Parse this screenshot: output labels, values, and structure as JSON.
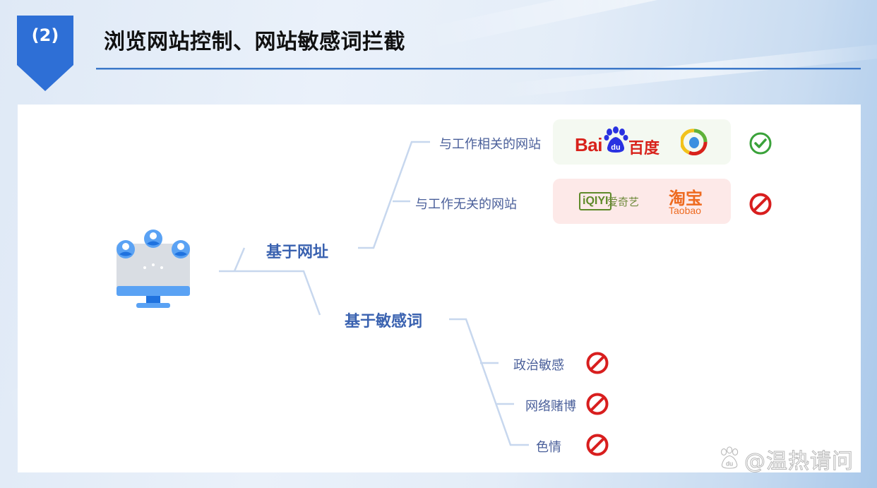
{
  "header": {
    "section_number": "(2)",
    "title": "浏览网站控制、网站敏感词拦截"
  },
  "diagram": {
    "root_icon": "monitor-with-users-icon",
    "branches": [
      {
        "label": "基于网址",
        "children": [
          {
            "label": "与工作相关的网站",
            "status": "allowed",
            "status_icon": "check-circle-icon",
            "logos": [
              {
                "name": "baidu-logo",
                "text_en": "Bai",
                "text_du": "du",
                "text_cn": "百度"
              },
              {
                "name": "tencent-logo"
              }
            ]
          },
          {
            "label": "与工作无关的网站",
            "status": "blocked",
            "status_icon": "prohibited-icon",
            "logos": [
              {
                "name": "iqiyi-logo",
                "text_en": "iQIYI",
                "text_cn": "爱奇艺"
              },
              {
                "name": "taobao-logo",
                "text_cn": "淘宝",
                "text_en": "Taobao"
              }
            ]
          }
        ]
      },
      {
        "label": "基于敏感词",
        "children": [
          {
            "label": "政治敏感",
            "status": "blocked",
            "status_icon": "prohibited-icon"
          },
          {
            "label": "网络赌博",
            "status": "blocked",
            "status_icon": "prohibited-icon"
          },
          {
            "label": "色情",
            "status": "blocked",
            "status_icon": "prohibited-icon"
          }
        ]
      }
    ]
  },
  "watermark": {
    "text": "@温热请问",
    "paw_text": "du"
  },
  "colors": {
    "accent_blue": "#2e6fd6",
    "node_blue": "#3a62b0",
    "allowed_green": "#3aa23a",
    "blocked_red": "#d81e1e",
    "connector": "#c7d7ee"
  }
}
